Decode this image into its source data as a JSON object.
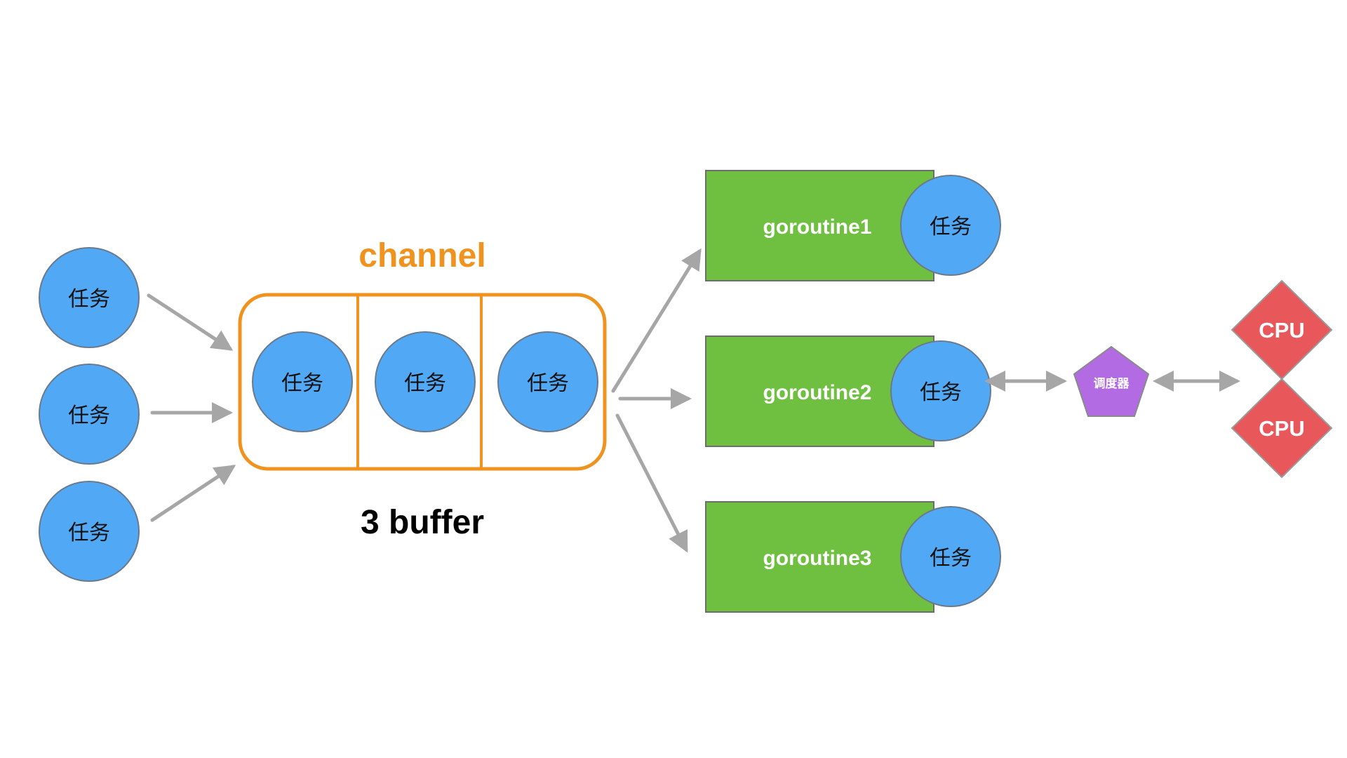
{
  "labels": {
    "task": "任务",
    "channel_title": "channel",
    "buffer_caption": "3 buffer",
    "scheduler": "调度器",
    "cpu": "CPU"
  },
  "goroutines": [
    "goroutine1",
    "goroutine2",
    "goroutine3"
  ],
  "colors": {
    "task_fill": "#51A8F5",
    "task_stroke": "#6A7A8C",
    "channel_orange": "#F0931E",
    "goroutine_green": "#6FBF40",
    "goroutine_stroke": "#6D6D6D",
    "scheduler_purple": "#B36BE3",
    "cpu_red": "#E8575A",
    "arrow_gray": "#A6A6A6"
  }
}
